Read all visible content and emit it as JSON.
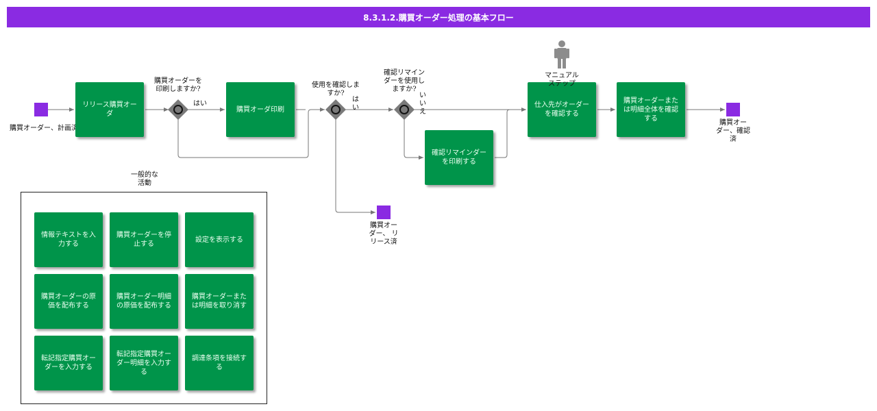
{
  "title": "8.3.1.2.購買オーダー処理の基本フロー",
  "events": {
    "start": "購買オーダー、計画済",
    "released": "購買オー\nダー、 リ\nリース済",
    "end": "購買オー\nダー、確認\n済"
  },
  "tasks": {
    "release": "リリース購買オーダ",
    "print": "購買オーダ印刷",
    "reminder_print": "確認リマインダーを印刷する",
    "vendor_confirm": "仕入先がオーダーを確認する",
    "confirm_all": "購買オーダーまたは明細全体を確認する"
  },
  "gateways": {
    "g1_question": "購買オーダーを\n印刷しますか?",
    "g1_yes": "はい",
    "g2_question": "使用を確認しま\nすか?",
    "g2_yes": "はい",
    "g3_question": "確認リマイン\nダーを使用し\nますか?",
    "g3_no": "い\nい\nえ"
  },
  "manual_step_label": "マニュアル\nステップ",
  "general": {
    "title": "一般的な\n活動",
    "items": [
      "情報テキストを入力する",
      "購買オーダーを停止する",
      "設定を表示する",
      "購買オーダーの原価を配布する",
      "購買オーダー明細の原価を配布する",
      "購買オーダーまたは明細を取り消す",
      "転記指定購買オーダーを入力する",
      "転記指定購買オーダー明細を入力する",
      "調達条項を接続する"
    ]
  },
  "colors": {
    "header": "#8a2be2",
    "task": "#00944a",
    "event": "#8a2be2",
    "gateway": "#7a7a7a",
    "connector": "#777777"
  }
}
